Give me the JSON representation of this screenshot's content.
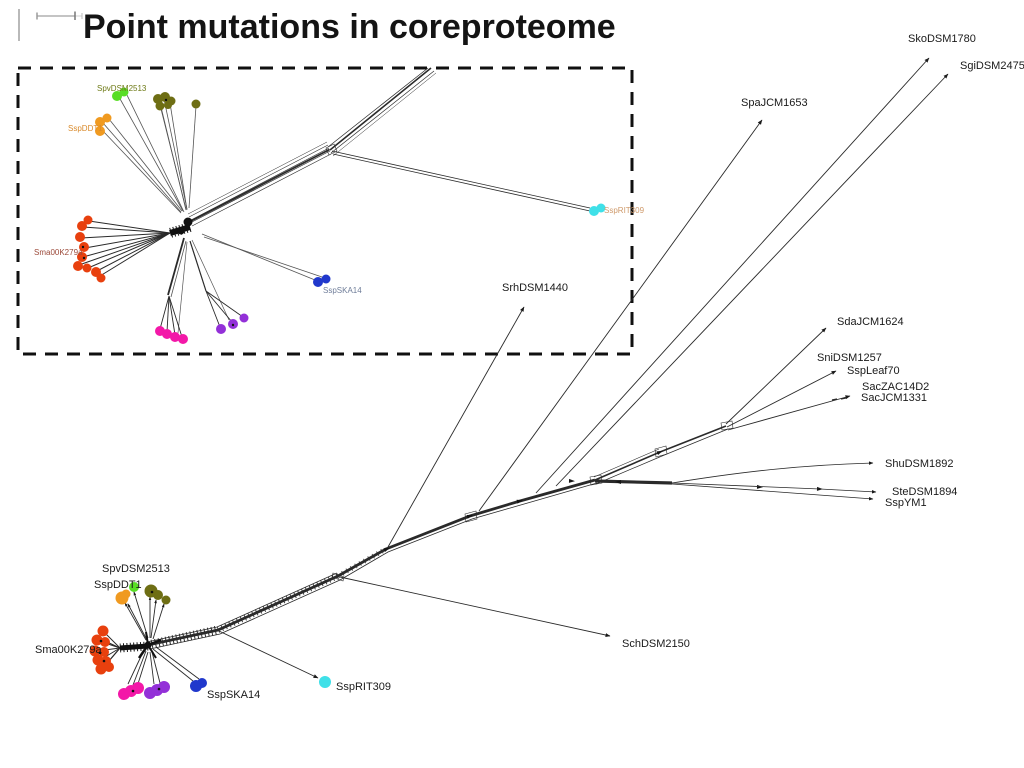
{
  "title": "Point mutations in coreproteome",
  "colors": {
    "red": "#e8400e",
    "orange": "#f09a20",
    "green": "#58dd25",
    "olive": "#6e6e14",
    "magenta": "#f318a8",
    "purple": "#9330d8",
    "blue": "#2038cc",
    "cyan": "#3fe0e8"
  },
  "inset": {
    "labels": {
      "spv": {
        "text": "SpvDSM2513",
        "color": "#6e7a16"
      },
      "ddt": {
        "text": "SspDDT1",
        "color": "#d98a2b"
      },
      "sma": {
        "text": "Sma00K279a",
        "color": "#9c4a3a"
      },
      "ska": {
        "text": "SspSKA14",
        "color": "#6f7d99"
      },
      "rit": {
        "text": "SspRIT309",
        "color": "#cf9a6b"
      }
    }
  },
  "main": {
    "labels": {
      "sko": "SkoDSM1780",
      "sgi": "SgiDSM2475",
      "spa": "SpaJCM1653",
      "srh": "SrhDSM1440",
      "sda": "SdaJCM1624",
      "sni": "SniDSM1257",
      "leaf": "SspLeaf70",
      "zac": "SacZAC14D2",
      "jcm": "SacJCM1331",
      "shu": "ShuDSM1892",
      "ste": "SteDSM1894",
      "ym": "SspYM1",
      "sch": "SchDSM2150",
      "spv": "SpvDSM2513",
      "ddt": "SspDDT1",
      "sma": "Sma00K279a",
      "ska": "SspSKA14",
      "rit": "SspRIT309"
    }
  }
}
